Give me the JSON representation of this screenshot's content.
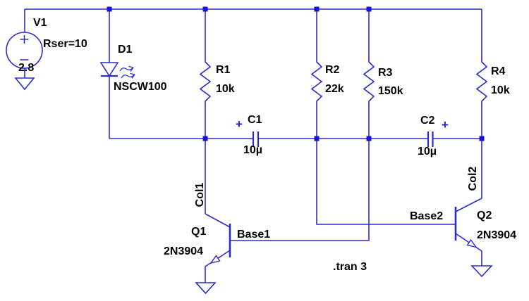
{
  "directive": ".tran 3",
  "components": {
    "v1": {
      "ref": "V1",
      "param": "Rser=10",
      "value": "2.8"
    },
    "d1": {
      "ref": "D1",
      "model": "NSCW100"
    },
    "r1": {
      "ref": "R1",
      "value": "10k"
    },
    "r2": {
      "ref": "R2",
      "value": "22k"
    },
    "r3": {
      "ref": "R3",
      "value": "150k"
    },
    "r4": {
      "ref": "R4",
      "value": "10k"
    },
    "c1": {
      "ref": "C1",
      "value": "10µ",
      "polarity": "+"
    },
    "c2": {
      "ref": "C2",
      "value": "10µ",
      "polarity": "+"
    },
    "q1": {
      "ref": "Q1",
      "model": "2N3904"
    },
    "q2": {
      "ref": "Q2",
      "model": "2N3904"
    }
  },
  "nets": {
    "col1": "Col1",
    "base1": "Base1",
    "base2": "Base2",
    "col2": "Col2"
  },
  "colors": {
    "wire": "#2c2ccd",
    "junction": "#1313dd",
    "text": "#000000",
    "polarity": "#2222cc",
    "background": "#ffffff"
  }
}
